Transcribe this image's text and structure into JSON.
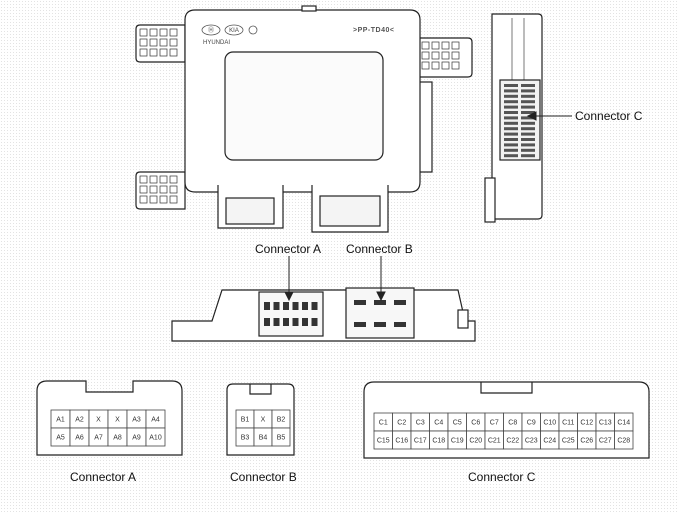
{
  "module": {
    "part_code": ">PP-TD40<",
    "brand_text": "HYUNDAI",
    "logo_left": "Ⓗ",
    "logo_mid": "KIA"
  },
  "callouts": {
    "connector_a": "Connector A",
    "connector_b": "Connector B",
    "connector_c": "Connector C"
  },
  "connector_a": {
    "label": "Connector A",
    "rows": [
      [
        "A1",
        "A2",
        "X",
        "X",
        "A3",
        "A4"
      ],
      [
        "A5",
        "A6",
        "A7",
        "A8",
        "A9",
        "A10"
      ]
    ]
  },
  "connector_b": {
    "label": "Connector B",
    "rows": [
      [
        "B1",
        "X",
        "B2"
      ],
      [
        "B3",
        "B4",
        "B5"
      ]
    ]
  },
  "connector_c": {
    "label": "Connector C",
    "rows": [
      [
        "C1",
        "C2",
        "C3",
        "C4",
        "C5",
        "C6",
        "C7",
        "C8",
        "C9",
        "C10",
        "C11",
        "C12",
        "C13",
        "C14"
      ],
      [
        "C15",
        "C16",
        "C17",
        "C18",
        "C19",
        "C20",
        "C21",
        "C22",
        "C23",
        "C24",
        "C25",
        "C26",
        "C27",
        "C28"
      ]
    ]
  },
  "colors": {
    "line": "#222222",
    "fill": "#ffffff",
    "shade": "#d0d0d0",
    "dark": "#333333"
  }
}
